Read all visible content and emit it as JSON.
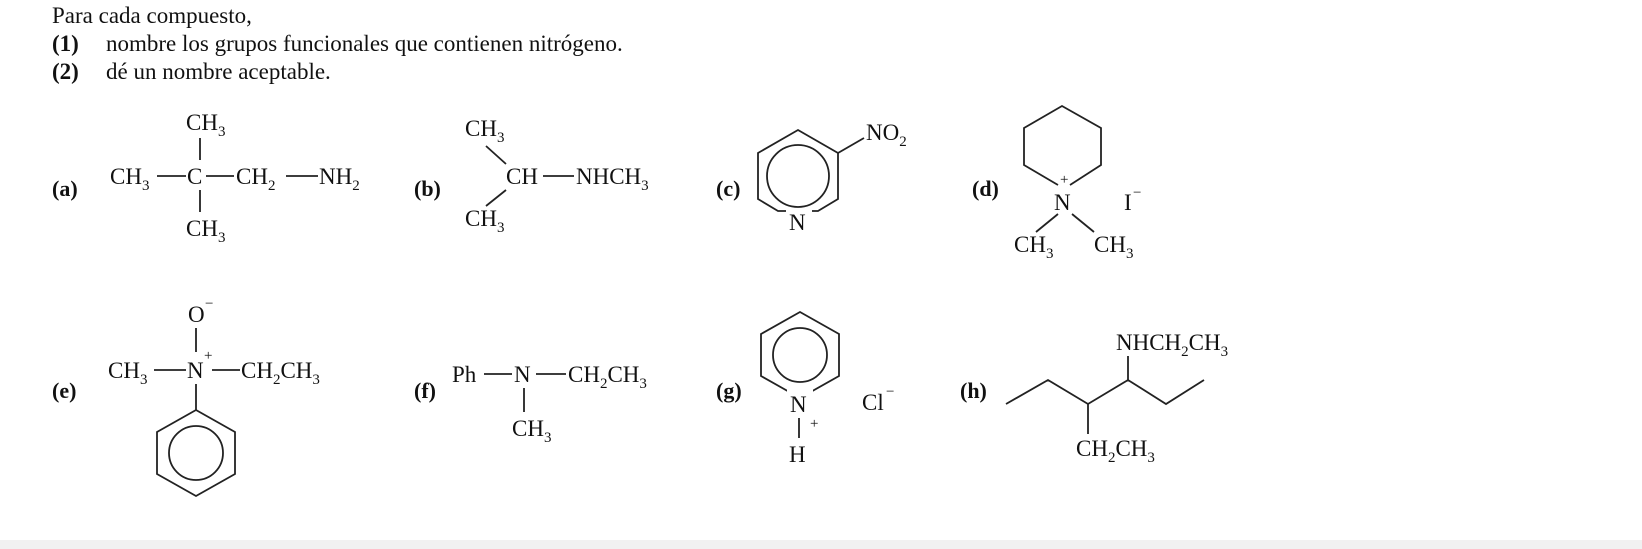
{
  "instructions": {
    "intro": "Para cada compuesto,",
    "items": [
      {
        "num": "(1)",
        "text": "nombre los grupos funcionales que contienen nitrógeno."
      },
      {
        "num": "(2)",
        "text": "dé un nombre aceptable."
      }
    ]
  },
  "compounds": {
    "a": {
      "label": "(a)",
      "top_group": "CH",
      "chain": [
        "CH",
        "C",
        "CH",
        "NH"
      ],
      "bottom_group": "CH",
      "subs": [
        "3",
        "3",
        "2",
        "2",
        "3"
      ]
    },
    "b": {
      "label": "(b)",
      "upper": "CH",
      "center": "CH",
      "amine": "NHCH",
      "lower": "CH",
      "subs": [
        "3",
        "3",
        "3"
      ]
    },
    "c": {
      "label": "(c)",
      "substituent": "NO",
      "sub": "2",
      "ring_atom": "N"
    },
    "d": {
      "label": "(d)",
      "atom": "N",
      "charge": "+",
      "counterion": "I",
      "counter_charge": "−",
      "left_methyl": "CH",
      "right_methyl": "CH",
      "subs": [
        "3",
        "3"
      ]
    },
    "e": {
      "label": "(e)",
      "oxygen": "O",
      "o_charge": "−",
      "left": "CH",
      "atom": "N",
      "n_charge": "+",
      "right": "CH",
      "right2": "CH",
      "subs": [
        "3",
        "2",
        "3"
      ]
    },
    "f": {
      "label": "(f)",
      "ph": "Ph",
      "atom": "N",
      "right": "CH",
      "right2": "CH",
      "down": "CH",
      "subs": [
        "2",
        "3",
        "3"
      ]
    },
    "g": {
      "label": "(g)",
      "atom": "N",
      "charge": "+",
      "h": "H",
      "counterion": "Cl",
      "counter_charge": "−"
    },
    "h": {
      "label": "(h)",
      "amine": "NHCH",
      "amine2": "CH",
      "ethyl": "CH",
      "ethyl2": "CH",
      "subs": [
        "2",
        "3",
        "2",
        "3"
      ]
    }
  }
}
